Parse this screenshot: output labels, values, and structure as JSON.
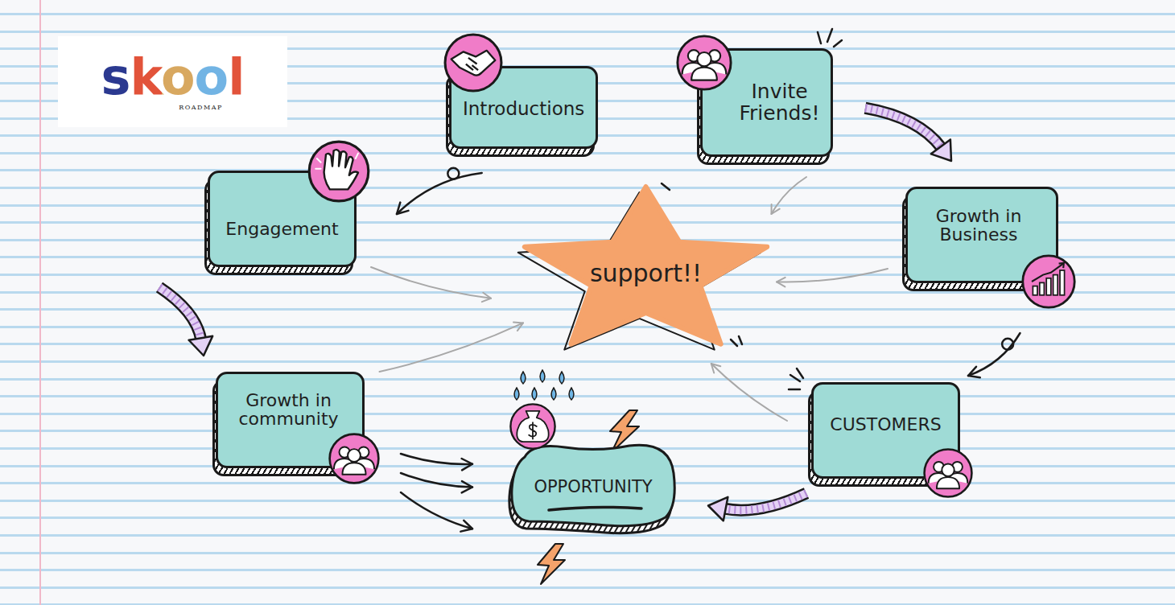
{
  "diagram": {
    "nodes": [
      {
        "text": [
          "skool",
          "ROADMAP"
        ]
      },
      {
        "text": [
          "Introductions"
        ]
      },
      {
        "text": [
          "Invite Friends!"
        ]
      },
      {
        "text": [
          "Engagement"
        ]
      },
      {
        "text": [
          "support!!"
        ]
      },
      {
        "text": [
          "Growth in Business"
        ]
      },
      {
        "text": [
          "Growth in community"
        ]
      },
      {
        "text": [
          "OPPORTUNITY"
        ]
      },
      {
        "text": [
          "CUSTOMERS"
        ]
      }
    ],
    "edges": [
      {
        "from": 1,
        "to": 3,
        "arrow": "to"
      },
      {
        "from": 3,
        "to": 6,
        "arrow": "to"
      },
      {
        "from": 6,
        "to": 7,
        "arrow": "to"
      },
      {
        "from": 6,
        "to": 7,
        "arrow": "to"
      },
      {
        "from": 6,
        "to": 7,
        "arrow": "to"
      },
      {
        "from": 2,
        "to": 5,
        "arrow": "to"
      },
      {
        "from": 5,
        "to": 8,
        "arrow": "to"
      },
      {
        "from": 8,
        "to": 7,
        "arrow": "to"
      },
      {
        "from": 2,
        "to": 4,
        "arrow": "to"
      },
      {
        "from": 3,
        "to": 4,
        "arrow": "to"
      },
      {
        "from": 5,
        "to": 4,
        "arrow": "to"
      },
      {
        "from": 6,
        "to": 4,
        "arrow": "to"
      },
      {
        "from": 8,
        "to": 4,
        "arrow": "to"
      }
    ]
  }
}
